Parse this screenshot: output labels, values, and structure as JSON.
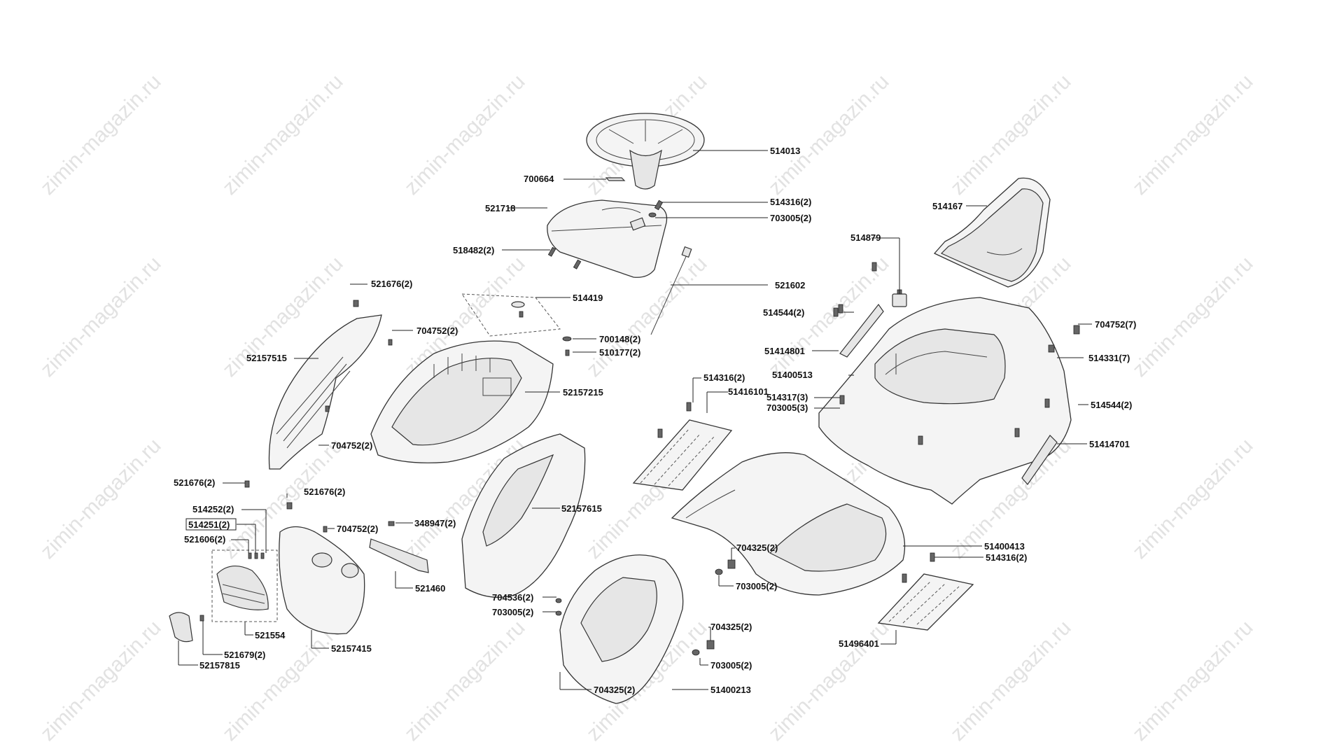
{
  "watermark": "zimin-magazin.ru",
  "parts": {
    "p514013": "514013",
    "p700664": "700664",
    "p521718": "521718",
    "p514316_2a": "514316(2)",
    "p703005_2a": "703005(2)",
    "p518482_2": "518482(2)",
    "p521602": "521602",
    "p514167": "514167",
    "p514879": "514879",
    "p521676_2a": "521676(2)",
    "p514419": "514419",
    "p704752_2a": "704752(2)",
    "p700148_2": "700148(2)",
    "p510177_2": "510177(2)",
    "p514544_2a": "514544(2)",
    "p704752_7": "704752(7)",
    "p52157515": "52157515",
    "p51414801": "51414801",
    "p514331_7": "514331(7)",
    "p51400513": "51400513",
    "p514316_2b": "514316(2)",
    "p51416101": "51416101",
    "p52157215": "52157215",
    "p514317_3": "514317(3)",
    "p703005_3": "703005(3)",
    "p514544_2b": "514544(2)",
    "p704752_2b": "704752(2)",
    "p51414701": "51414701",
    "p521676_2b": "521676(2)",
    "p521676_2c": "521676(2)",
    "p514252_2": "514252(2)",
    "p348947_2": "348947(2)",
    "p52157615": "52157615",
    "p514251_2": "514251(2)",
    "p704752_2c": "704752(2)",
    "p521606_2": "521606(2)",
    "p704325_2a": "704325(2)",
    "p51400413": "51400413",
    "p514316_2c": "514316(2)",
    "p703005_2b": "703005(2)",
    "p521460": "521460",
    "p704536_2": "704536(2)",
    "p703005_2c": "703005(2)",
    "p51496401": "51496401",
    "p521554": "521554",
    "p704325_2b": "704325(2)",
    "p52157415": "52157415",
    "p521679_2": "521679(2)",
    "p703005_2d": "703005(2)",
    "p52157815": "52157815",
    "p704325_2c": "704325(2)",
    "p51400213": "51400213"
  }
}
